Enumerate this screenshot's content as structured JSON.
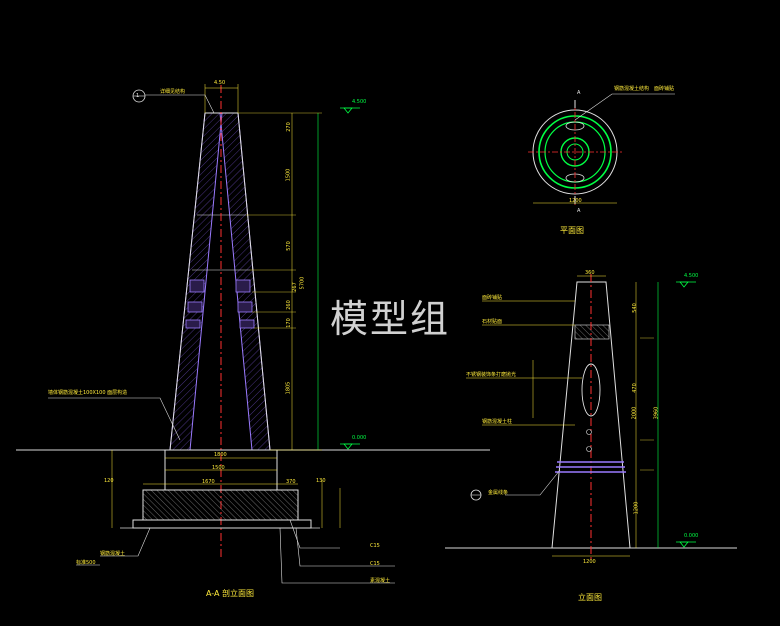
{
  "watermark": "模型组",
  "views": {
    "section": {
      "title": "A-A 剖立面图",
      "top_label": "4.50",
      "callout_top_num": "1",
      "callout_top_text": "详细见结构",
      "callout_wall": "墙体钢筋混凝土100X100 面层构造",
      "callout_bottom_left": "钢筋混凝土",
      "callout_bottom_left2": "素混凝土",
      "callout_right1": "C15",
      "callout_right2": "C15",
      "level_top": "4.500",
      "level_ground": "0.000",
      "dims_vertical": [
        "270",
        "1500",
        "570",
        "267",
        "260",
        "170",
        "1805"
      ],
      "dim_total": "5700",
      "dims_base": [
        "1800",
        "1500",
        "1670",
        "120",
        "130",
        "370"
      ],
      "foot_left": "标准500"
    },
    "plan": {
      "title": "平面图",
      "label_a_top": "A",
      "label_a_bottom": "A",
      "callout": "钢筋混凝土结构",
      "callout2": "面砖铺贴",
      "diameter": "1200"
    },
    "elevation": {
      "title": "立面图",
      "top_width": "360",
      "base_width": "1200",
      "level_top": "4.500",
      "level_ground": "0.000",
      "notes": [
        "面砖铺贴",
        "石材贴面",
        "不锈钢装饰条打磨抛光",
        "钢筋混凝土柱",
        "金属线条"
      ],
      "dims_vertical": [
        "540",
        "470",
        "2000",
        "1200",
        "3960"
      ]
    }
  }
}
